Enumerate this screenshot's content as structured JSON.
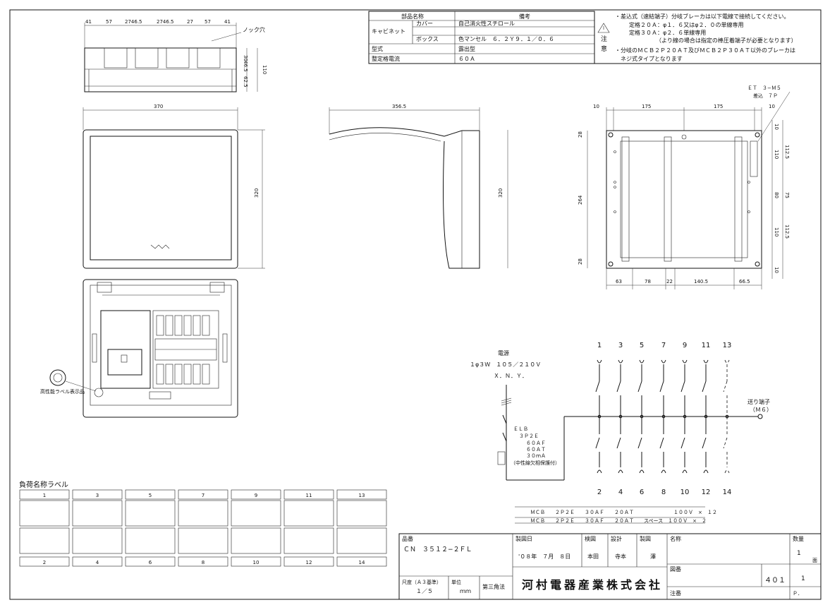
{
  "spec_table": {
    "head_part": "部品名称",
    "head_note": "備考",
    "cabinet": "キャビネット",
    "cover": "カバー",
    "cover_value": "自己消火性スチロール",
    "box": "ボックス",
    "box_value": "色マンセル　６．２Ｙ９．１／０．６",
    "type_label": "型式",
    "type_value": "露出型",
    "rated_label": "整定格電流",
    "rated_value": "６０Ａ"
  },
  "caution": {
    "label1": "注",
    "label2": "意",
    "lines": [
      "・差込式（速結端子）分岐ブレーカは以下電線で接続してください。",
      "定格２０Ａ：φ１．６又はφ２．０の単線専用",
      "定格３０Ａ：φ２．６単線専用",
      "（より線の場合は指定の棒圧着端子が必要となります）",
      "・分岐のＭＣＢ２Ｐ２０ＡＴ及びＭＣＢ２Ｐ３０ＡＴ以外のブレーカは",
      "ネジ式タイプとなります"
    ]
  },
  "top_view": {
    "dims": [
      "41",
      "57",
      "2746.5",
      "2746.5",
      "27",
      "57",
      "41"
    ],
    "knock_label": "ノック穴",
    "side_dims": [
      "30",
      "46.5",
      "110",
      "62.5"
    ]
  },
  "front_view": {
    "width": "370",
    "height": "320"
  },
  "side_view": {
    "width": "356.5",
    "height": "320"
  },
  "rear_view": {
    "top_dims": [
      "10",
      "175",
      "175",
      "10"
    ],
    "left_dims": [
      "28",
      "264",
      "28"
    ],
    "right_dims": [
      "10",
      "112.5",
      "110",
      "75",
      "80",
      "110",
      "112.5",
      "10"
    ],
    "bottom_dims": [
      "63",
      "78",
      "22",
      "140.5",
      "66.5"
    ],
    "terminal_label1": "ＥＴ　３−Ｍ５",
    "terminal_label2": "差込　７Ｐ"
  },
  "interior_view": {
    "label_note": "高性能ラベル表示品"
  },
  "circuit": {
    "source_label": "電源",
    "source_spec": "１φ３Ｗ　１０５／２１０Ｖ",
    "source_wires": "Ｘ．Ｎ．Ｙ．",
    "elb_lines": [
      "ＥＬＢ",
      "３Ｐ２Ｅ",
      "６０ＡＦ",
      "６０ＡＴ",
      "３０ｍＡ",
      "（中性線欠相保護付）"
    ],
    "send_label": "送り端子",
    "send_spec": "（Ｍ６）",
    "top_numbers": [
      "1",
      "3",
      "5",
      "7",
      "9",
      "11",
      "13"
    ],
    "bottom_numbers": [
      "2",
      "4",
      "6",
      "8",
      "10",
      "12",
      "14"
    ],
    "mcb_lines": [
      "ＭＣＢ　　２Ｐ２Ｅ　　３０ＡＦ　　２０ＡＴ　　　　　　　　１００Ｖ　×　１２",
      "ＭＣＢ　　２Ｐ２Ｅ　　３０ＡＦ　　２０ＡＴ　　スペース　１００Ｖ　×　２"
    ]
  },
  "load_labels": {
    "title": "負荷名称ラベル",
    "top_numbers": [
      "1",
      "3",
      "5",
      "7",
      "9",
      "11",
      "13"
    ],
    "bottom_numbers": [
      "2",
      "4",
      "6",
      "8",
      "10",
      "12",
      "14"
    ]
  },
  "title_block": {
    "product_no_label": "品番",
    "product_no": "ＣＮ　３５１２−２ＦＬ",
    "drawn_date_label": "製図日",
    "drawn_date": "'０８年　７月　８日",
    "check_label": "検図",
    "checker": "本田",
    "design_label": "設計",
    "designer": "寺本",
    "draw_label": "製図",
    "drafter": "澤",
    "name_label": "名称",
    "qty_label": "数量",
    "qty": "1",
    "unit_face": "面",
    "scale_label": "尺度（Ａ３基準）",
    "scale": "１／５",
    "unit_label": "単位",
    "unit": "ｍｍ",
    "projection": "第三角法",
    "company": "河村電器産業株式会社",
    "drawing_no_label": "図番",
    "drawing_no": "４０１",
    "sheet": "1",
    "note_label": "注番",
    "page": "Ｐ．"
  }
}
